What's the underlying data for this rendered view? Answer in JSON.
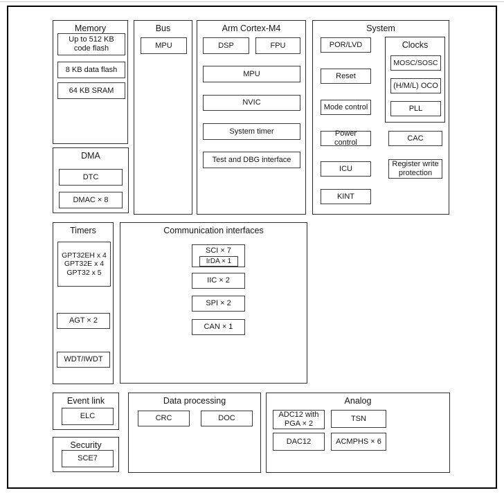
{
  "blocks": {
    "memory": {
      "title": "Memory",
      "code_flash": "Up to 512 KB code flash",
      "data_flash": "8 KB data flash",
      "sram": "64 KB SRAM"
    },
    "dma": {
      "title": "DMA",
      "dtc": "DTC",
      "dmac": "DMAC × 8"
    },
    "bus": {
      "title": "Bus",
      "mpu": "MPU"
    },
    "cortex": {
      "title": "Arm Cortex-M4",
      "dsp": "DSP",
      "fpu": "FPU",
      "mpu": "MPU",
      "nvic": "NVIC",
      "system_timer": "System timer",
      "test_dbg": "Test and DBG interface"
    },
    "system": {
      "title": "System",
      "por_lvd": "POR/LVD",
      "reset": "Reset",
      "mode_control": "Mode control",
      "power_control": "Power control",
      "icu": "ICU",
      "kint": "KINT",
      "cac": "CAC",
      "register_write_protection": "Register write protection",
      "clocks": {
        "title": "Clocks",
        "mosc_sosc": "MOSC/SOSC",
        "oco": "(H/M/L) OCO",
        "pll": "PLL"
      }
    },
    "timers": {
      "title": "Timers",
      "gpt_line1": "GPT32EH x 4",
      "gpt_line2": "GPT32E x 4",
      "gpt_line3": "GPT32 x 5",
      "agt": "AGT × 2",
      "wdt": "WDT/IWDT"
    },
    "comm": {
      "title": "Communication interfaces",
      "sci": "SCI × 7",
      "irda": "IrDA × 1",
      "iic": "IIC × 2",
      "spi": "SPI × 2",
      "can": "CAN × 1"
    },
    "event_link": {
      "title": "Event link",
      "elc": "ELC"
    },
    "security": {
      "title": "Security",
      "sce": "SCE7"
    },
    "data_processing": {
      "title": "Data processing",
      "crc": "CRC",
      "doc": "DOC"
    },
    "analog": {
      "title": "Analog",
      "adc": "ADC12 with PGA × 2",
      "tsn": "TSN",
      "dac": "DAC12",
      "acmphs": "ACMPHS × 6"
    }
  }
}
